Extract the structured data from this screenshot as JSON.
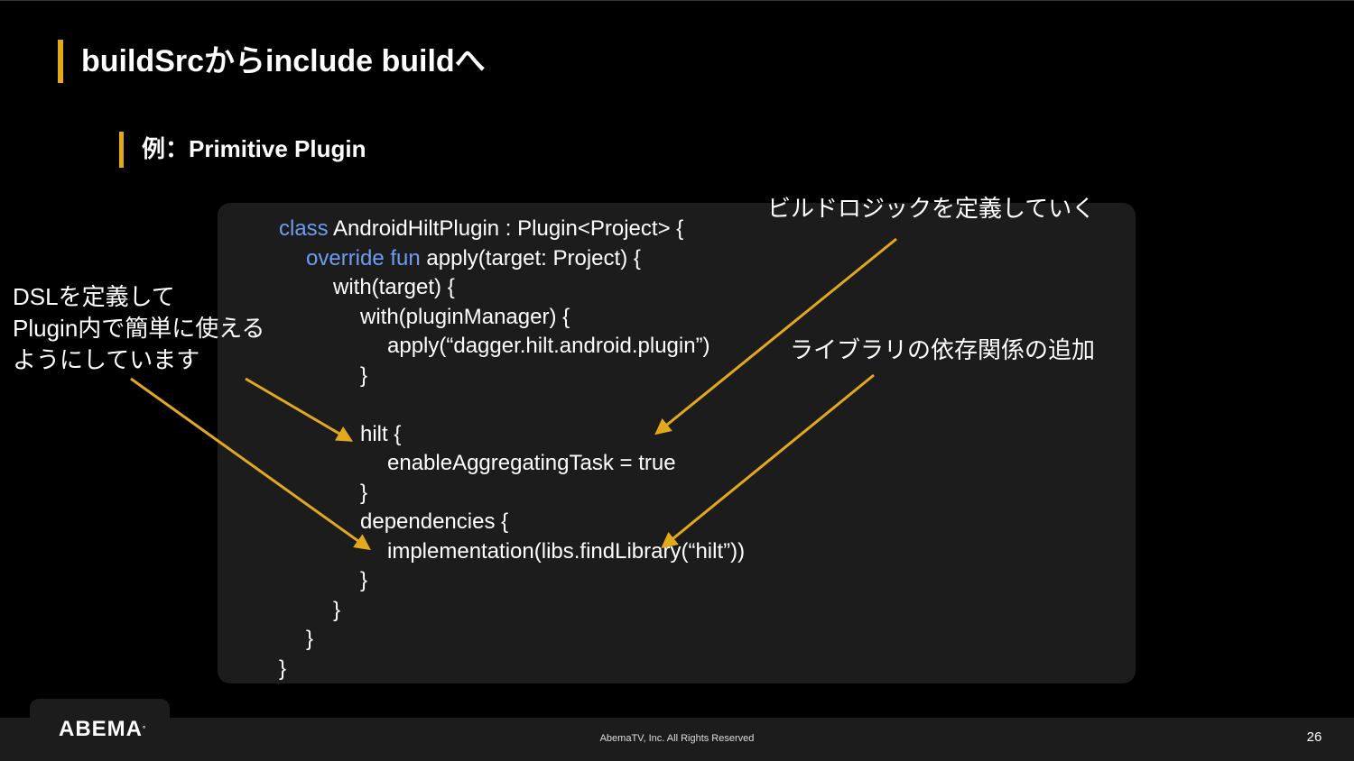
{
  "slide": {
    "title": "buildSrcからinclude buildへ",
    "subtitle": "例：Primitive Plugin",
    "page_number": "26",
    "accent_color": "#e3a91c",
    "keyword_color": "#6e9cf0"
  },
  "code": {
    "line1_kw": "class",
    "line1_rest": " AndroidHiltPlugin : Plugin<Project> {",
    "line2_kw": "override fun",
    "line2_rest": " apply(target: Project) {",
    "line3": "with(target) {",
    "line4": "with(pluginManager) {",
    "line5": "apply(“dagger.hilt.android.plugin”)",
    "line6": "}",
    "line7": "",
    "line8": "hilt {",
    "line9": "enableAggregatingTask = true",
    "line10": "}",
    "line11": "dependencies {",
    "line12": "implementation(libs.findLibrary(“hilt”))",
    "line13": "}",
    "line14": "}",
    "line15": "}",
    "line16": "}"
  },
  "annotations": {
    "dsl_line1": "DSLを定義して",
    "dsl_line2": "Plugin内で簡単に使える",
    "dsl_line3": "ようにしています",
    "logic": "ビルドロジックを定義していく",
    "deps": "ライブラリの依存関係の追加"
  },
  "footer": {
    "logo": "ABEMA",
    "logo_mark": "°",
    "copyright": "AbemaTV, Inc. All Rights Reserved"
  }
}
